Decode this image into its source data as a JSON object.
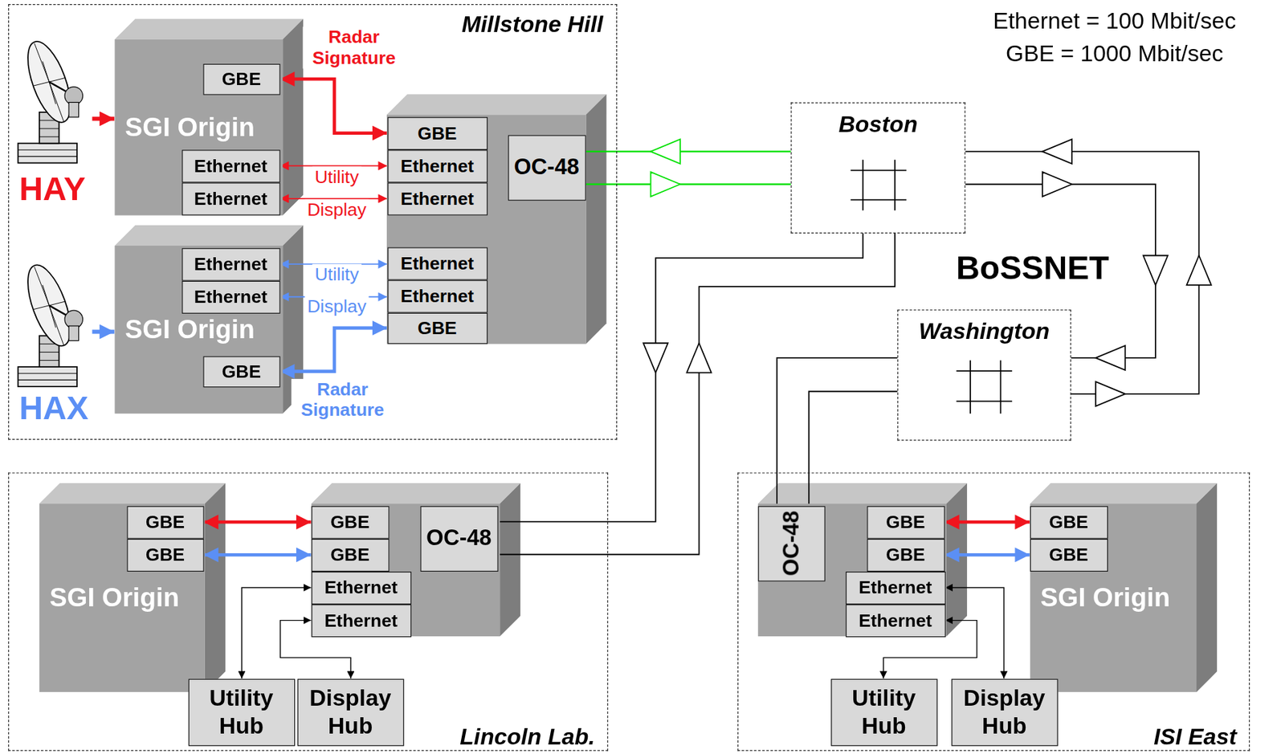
{
  "diagram": {
    "nodes": [
      {
        "text": [
          "Millstone Hill"
        ]
      },
      {
        "text": [
          "HAY"
        ],
        "in": 0
      },
      {
        "text": [
          "SGI Origin"
        ],
        "in": 0
      },
      {
        "text": [
          "GBE"
        ],
        "in": 2
      },
      {
        "text": [
          "Ethernet"
        ],
        "in": 2
      },
      {
        "text": [
          "Ethernet"
        ],
        "in": 2
      },
      {
        "text": [],
        "in": 0
      },
      {
        "text": [
          "GBE"
        ],
        "in": 6
      },
      {
        "text": [
          "Ethernet"
        ],
        "in": 6
      },
      {
        "text": [
          "Ethernet"
        ],
        "in": 6
      },
      {
        "text": [
          "OC-48"
        ],
        "in": 6
      },
      {
        "text": [
          "Ethernet"
        ],
        "in": 6
      },
      {
        "text": [
          "Ethernet"
        ],
        "in": 6
      },
      {
        "text": [
          "GBE"
        ],
        "in": 6
      },
      {
        "text": [
          "HAX"
        ],
        "in": 0
      },
      {
        "text": [
          "SGI Origin"
        ],
        "in": 0
      },
      {
        "text": [
          "Ethernet"
        ],
        "in": 15
      },
      {
        "text": [
          "Ethernet"
        ],
        "in": 15
      },
      {
        "text": [
          "GBE"
        ],
        "in": 15
      },
      {
        "text": [
          "Boston"
        ]
      },
      {
        "text": [
          "Washington"
        ]
      },
      {
        "text": [
          "Lincoln Lab."
        ]
      },
      {
        "text": [
          "SGI Origin"
        ],
        "in": 21
      },
      {
        "text": [
          "GBE"
        ],
        "in": 22
      },
      {
        "text": [
          "GBE"
        ],
        "in": 22
      },
      {
        "text": [],
        "in": 21
      },
      {
        "text": [
          "GBE"
        ],
        "in": 25
      },
      {
        "text": [
          "GBE"
        ],
        "in": 25
      },
      {
        "text": [
          "OC-48"
        ],
        "in": 25
      },
      {
        "text": [
          "Ethernet"
        ],
        "in": 25
      },
      {
        "text": [
          "Ethernet"
        ],
        "in": 25
      },
      {
        "text": [
          "Utility Hub"
        ],
        "in": 21
      },
      {
        "text": [
          "Display Hub"
        ],
        "in": 21
      },
      {
        "text": [
          "ISI East"
        ]
      },
      {
        "text": [],
        "in": 33
      },
      {
        "text": [
          "OC-48"
        ],
        "in": 34
      },
      {
        "text": [
          "GBE"
        ],
        "in": 34
      },
      {
        "text": [
          "GBE"
        ],
        "in": 34
      },
      {
        "text": [
          "Ethernet"
        ],
        "in": 34
      },
      {
        "text": [
          "Ethernet"
        ],
        "in": 34
      },
      {
        "text": [
          "SGI Origin"
        ],
        "in": 33
      },
      {
        "text": [
          "GBE"
        ],
        "in": 40
      },
      {
        "text": [
          "GBE"
        ],
        "in": 40
      },
      {
        "text": [
          "Utility Hub"
        ],
        "in": 33
      },
      {
        "text": [
          "Display Hub"
        ],
        "in": 33
      }
    ],
    "edges": [
      {
        "from": 1,
        "to": 2,
        "arrow": "to"
      },
      {
        "from": 3,
        "to": 7,
        "label": "Radar Signature",
        "arrow": "both"
      },
      {
        "from": 4,
        "to": 8,
        "label": "Utility",
        "arrow": "both"
      },
      {
        "from": 5,
        "to": 9,
        "label": "Display",
        "arrow": "both"
      },
      {
        "from": 14,
        "to": 15,
        "arrow": "to"
      },
      {
        "from": 16,
        "to": 11,
        "label": "Utility",
        "arrow": "both"
      },
      {
        "from": 17,
        "to": 12,
        "label": "Display",
        "arrow": "both"
      },
      {
        "from": 18,
        "to": 13,
        "label": "Radar Signature",
        "arrow": "both"
      },
      {
        "from": 19,
        "to": 10,
        "arrow": "to"
      },
      {
        "from": 10,
        "to": 19,
        "arrow": "to"
      },
      {
        "from": 19,
        "to": 20,
        "arrow": "to"
      },
      {
        "from": 20,
        "to": 19,
        "arrow": "to"
      },
      {
        "from": 19,
        "to": 28,
        "arrow": "to"
      },
      {
        "from": 28,
        "to": 19,
        "arrow": "to"
      },
      {
        "from": 20,
        "to": 35,
        "arrow": "none"
      },
      {
        "from": 20,
        "to": 35,
        "arrow": "none"
      },
      {
        "from": 23,
        "to": 26,
        "arrow": "both"
      },
      {
        "from": 24,
        "to": 27,
        "arrow": "both"
      },
      {
        "from": 29,
        "to": 31,
        "arrow": "both"
      },
      {
        "from": 30,
        "to": 32,
        "arrow": "both"
      },
      {
        "from": 36,
        "to": 41,
        "arrow": "both"
      },
      {
        "from": 37,
        "to": 42,
        "arrow": "both"
      },
      {
        "from": 38,
        "to": 44,
        "arrow": "both"
      },
      {
        "from": 39,
        "to": 43,
        "arrow": "both"
      }
    ],
    "labels": [
      "Ethernet = 100 Mbit/sec",
      "GBE = 1000 Mbit/sec",
      "BoSSNET"
    ]
  }
}
